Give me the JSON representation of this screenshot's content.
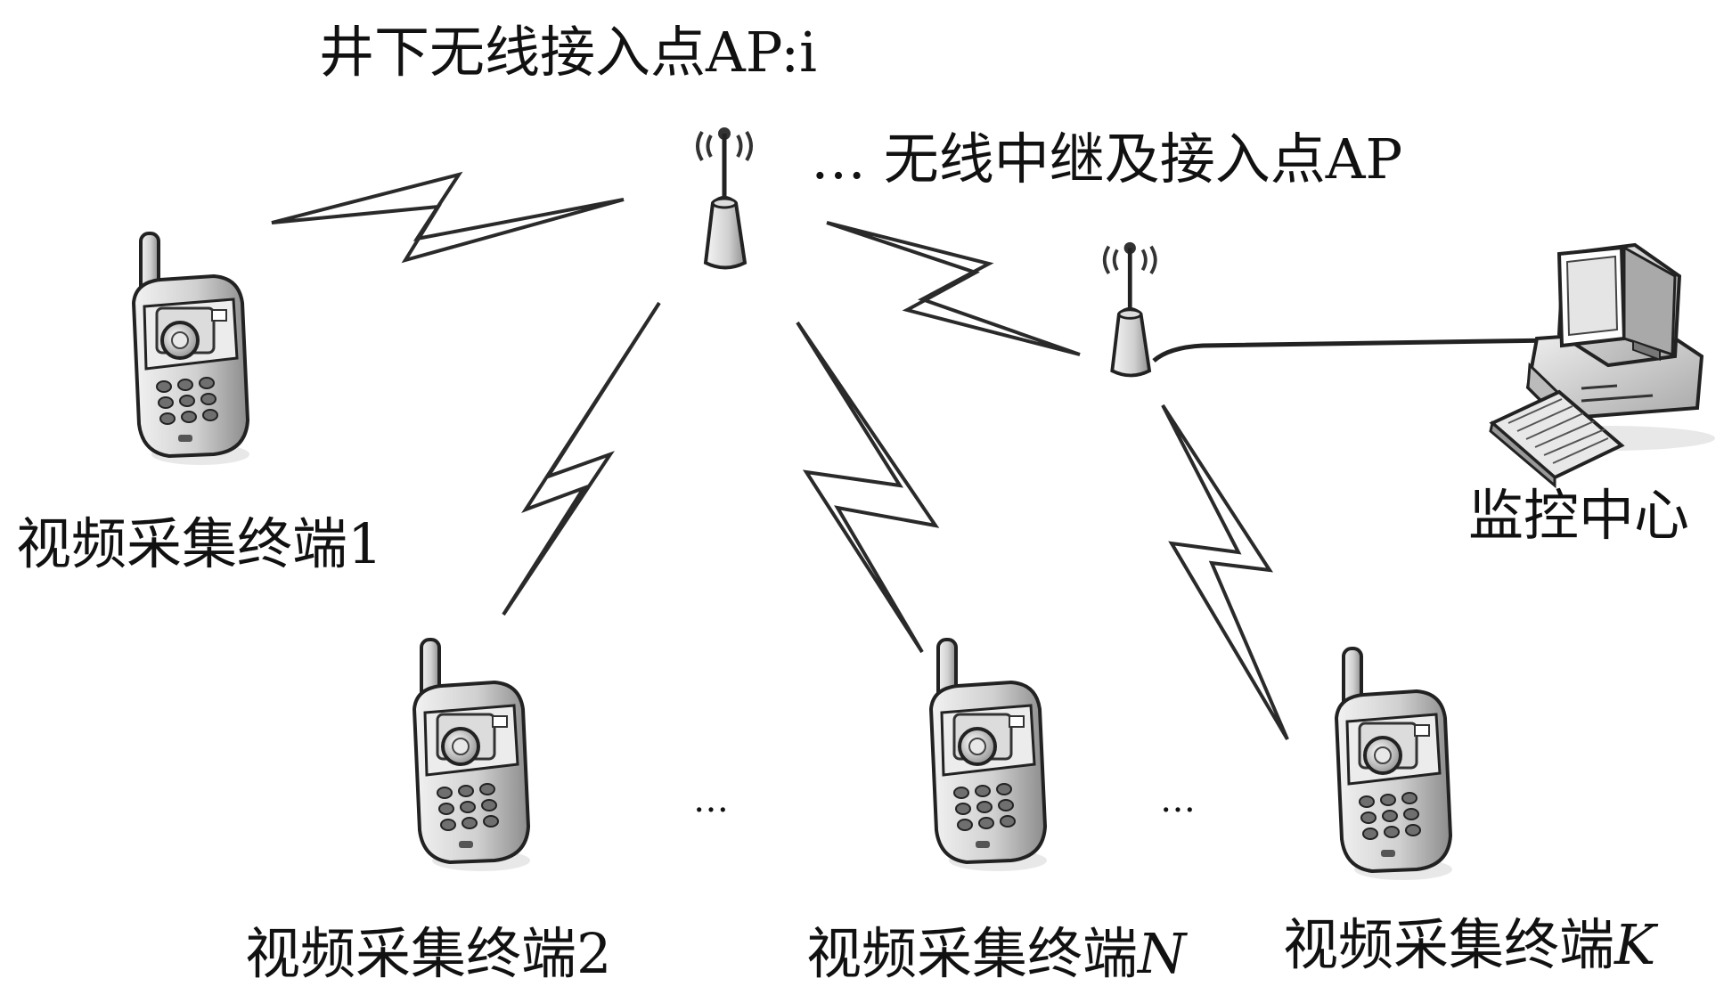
{
  "labels": {
    "ap_i": "井下无线接入点AP:i",
    "relay_prefix": "…",
    "relay": "无线中继及接入点AP",
    "monitor": "监控中心",
    "term_base": "视频采集终端",
    "t1_suffix": "1",
    "t2_suffix": "2",
    "tn_suffix": "N",
    "tk_suffix": "K",
    "dots1": "…",
    "dots2": "…"
  },
  "icons": {
    "terminal": "video-camera-phone-icon",
    "access_point": "wireless-antenna-icon",
    "computer": "desktop-computer-icon"
  },
  "colors": {
    "outline": "#222222",
    "fill_light": "#e6e6e6",
    "fill_mid": "#bdbdbd",
    "fill_dark": "#7a7a7a"
  }
}
